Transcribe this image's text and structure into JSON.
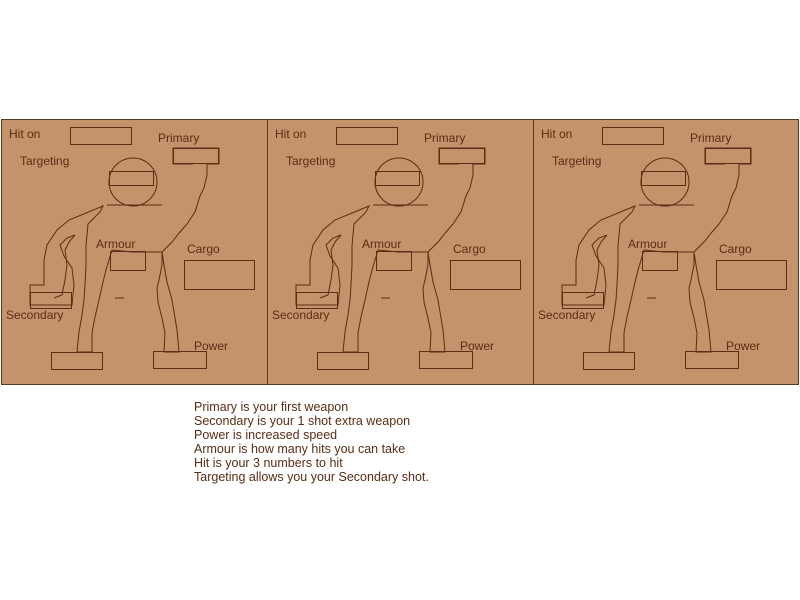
{
  "panels": [
    {
      "labels": {
        "hit_on": "Hit on",
        "targeting": "Targeting",
        "primary": "Primary",
        "armour": "Armour",
        "cargo": "Cargo",
        "secondary": "Secondary",
        "power": "Power"
      }
    },
    {
      "labels": {
        "hit_on": "Hit on",
        "targeting": "Targeting",
        "primary": "Primary",
        "armour": "Armour",
        "cargo": "Cargo",
        "secondary": "Secondary",
        "power": "Power"
      }
    },
    {
      "labels": {
        "hit_on": "Hit on",
        "targeting": "Targeting",
        "primary": "Primary",
        "armour": "Armour",
        "cargo": "Cargo",
        "secondary": "Secondary",
        "power": "Power"
      }
    }
  ],
  "notes": [
    "Primary is your first weapon",
    "Secondary is your 1 shot extra weapon",
    "Power is increased speed",
    "Armour is how many hits you can take",
    "Hit is your 3 numbers to hit",
    "Targeting allows you your Secondary shot."
  ],
  "colors": {
    "panel_bg": "#c4926b",
    "ink": "#5a2d14"
  }
}
